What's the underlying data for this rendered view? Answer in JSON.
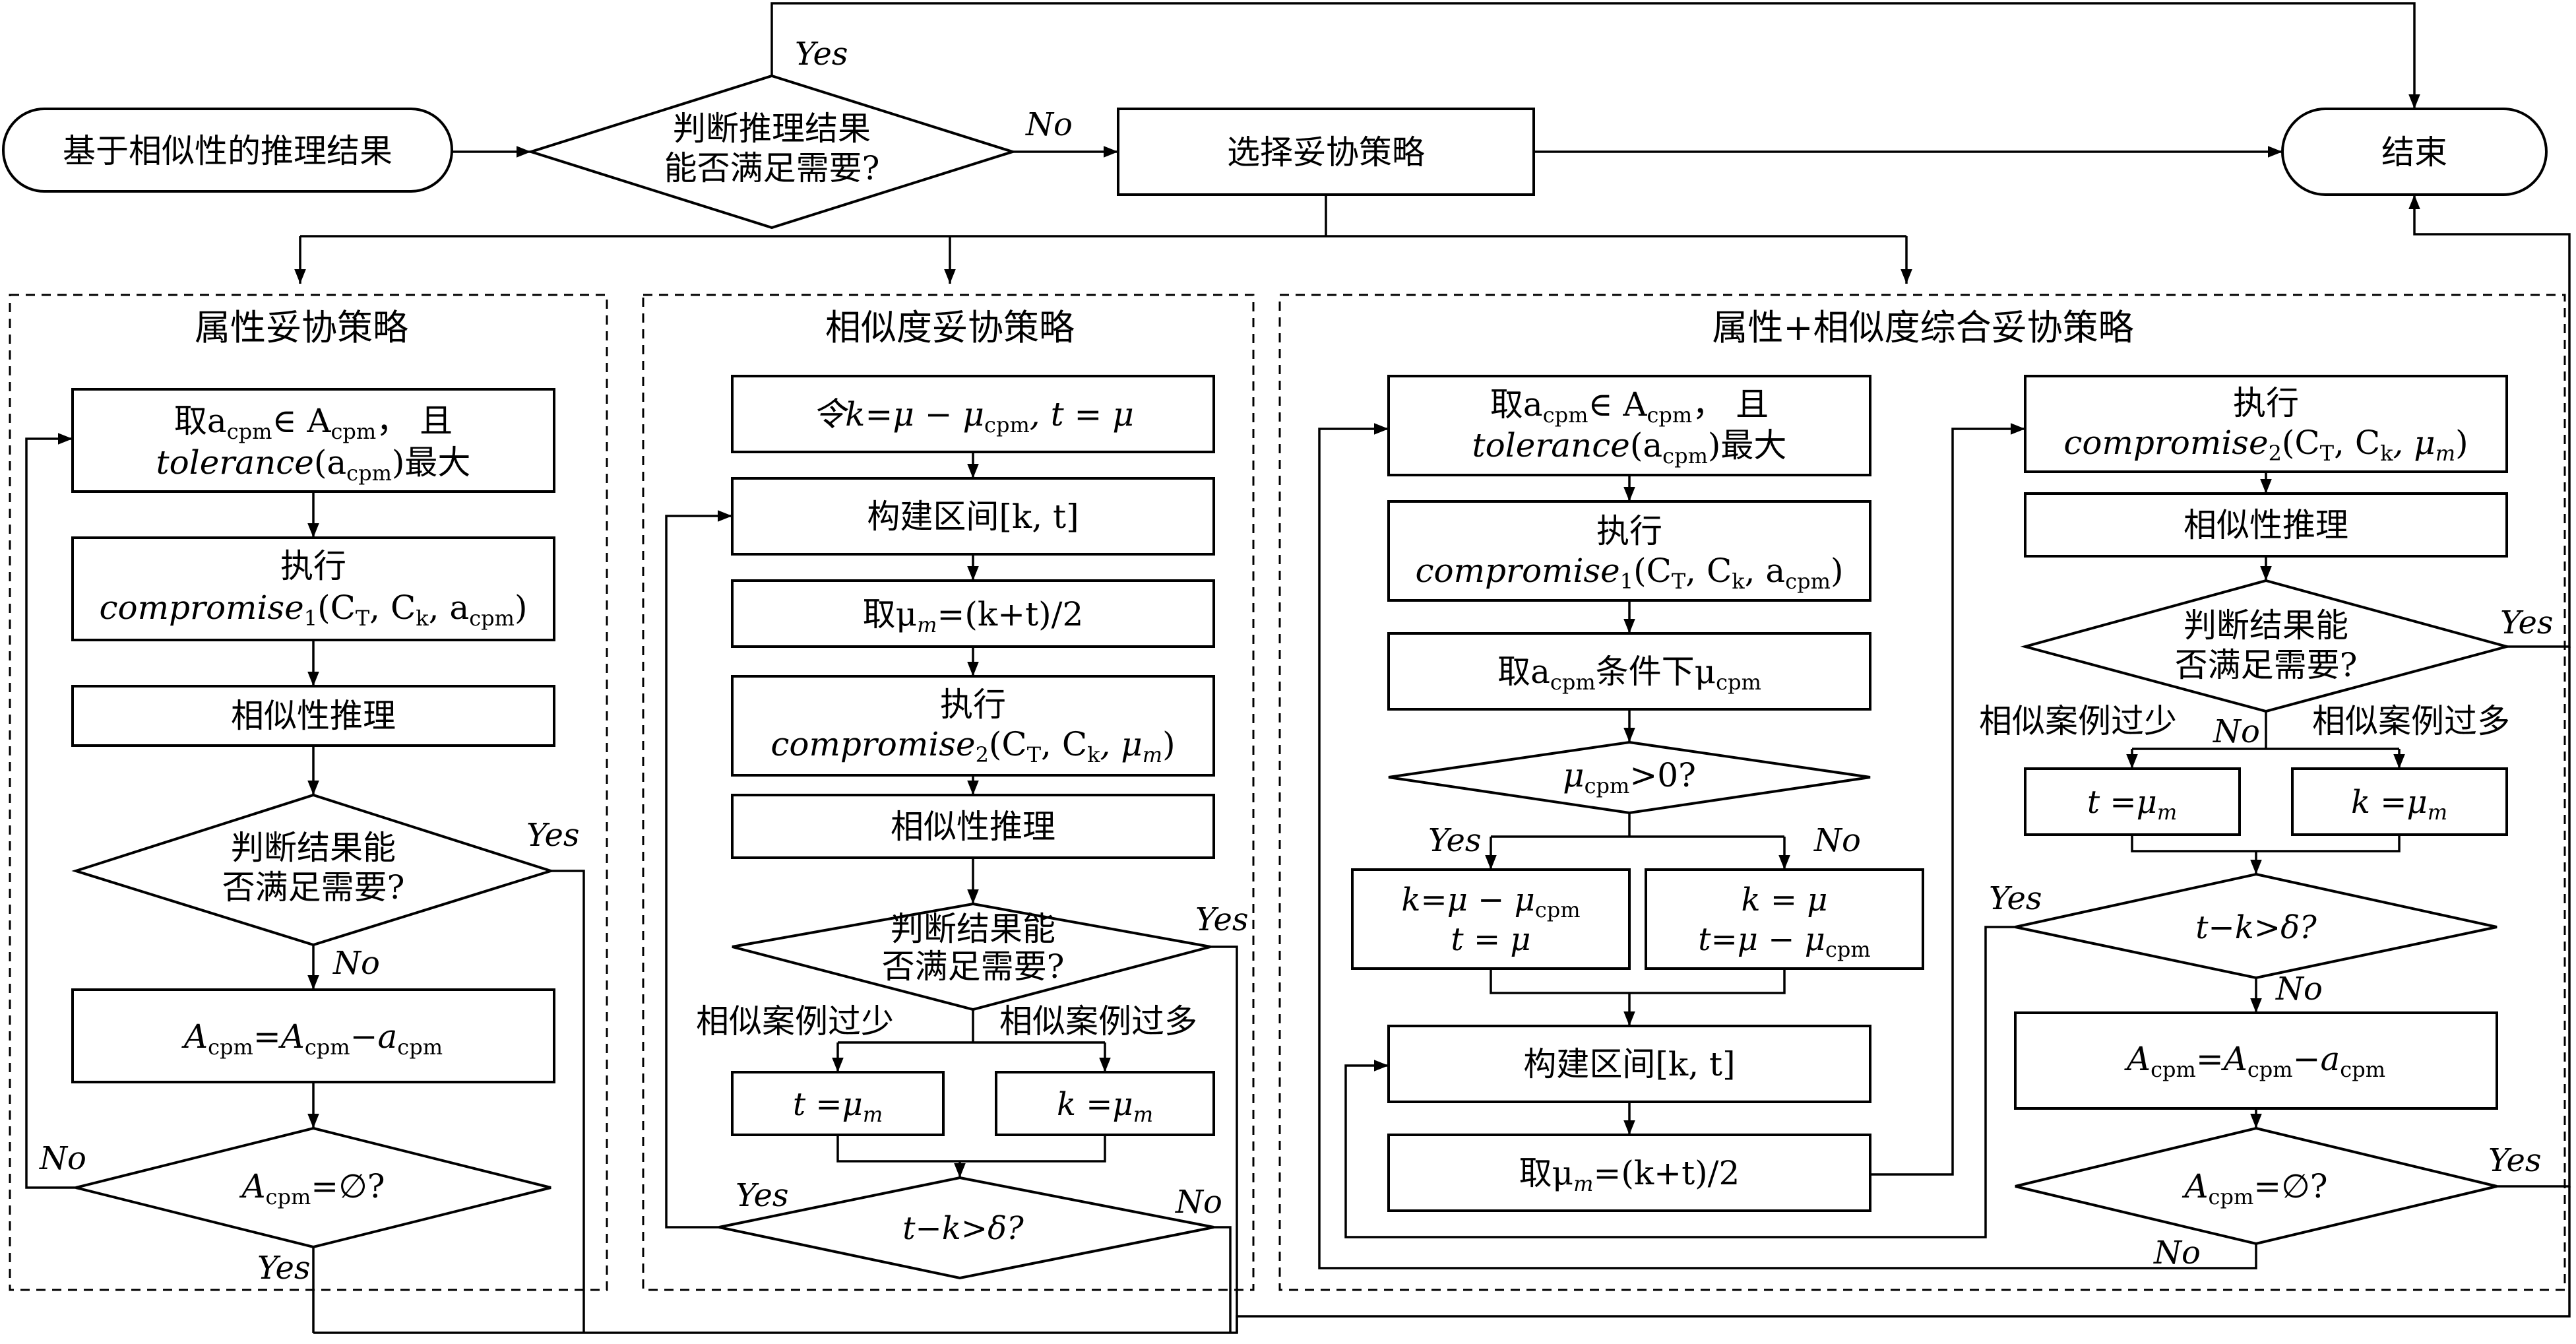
{
  "start": "基于相似性的推理结果",
  "end": "结束",
  "top_decision": [
    "判断推理结果",
    "能否满足需要?"
  ],
  "select_strategy": "选择妥协策略",
  "branch": {
    "yes": "Yes",
    "no": "No"
  },
  "panel_a": {
    "title": "属性妥协策略",
    "take": [
      "取a",
      "cpm",
      "∈ A",
      "cpm",
      "，  且"
    ],
    "take2": [
      "tolerance",
      "(a",
      "cpm",
      ")最大"
    ],
    "exec_label": "执行",
    "exec_formula": [
      "compromise",
      "1",
      "(C",
      "T",
      ", C",
      "k",
      ", a",
      "cpm",
      ")"
    ],
    "reason": "相似性推理",
    "judge": [
      "判断结果能",
      "否满足需要?"
    ],
    "update": [
      "A",
      "cpm",
      "=A",
      "cpm",
      "−a",
      "cpm"
    ],
    "empty_check": [
      "A",
      "cpm",
      "=∅?"
    ]
  },
  "panel_b": {
    "title": "相似度妥协策略",
    "init": [
      "令k=μ − μ",
      "cpm",
      ", t = μ"
    ],
    "interval": "构建区间[k, t]",
    "mid": [
      "取μ",
      "m",
      "=(k+t)/2"
    ],
    "exec_label": "执行",
    "exec_formula": [
      "compromise",
      "2",
      "(C",
      "T",
      ", C",
      "k",
      ",  μ",
      "m",
      ")"
    ],
    "reason": "相似性推理",
    "judge": [
      "判断结果能",
      "否满足需要?"
    ],
    "few": "相似案例过少",
    "many": "相似案例过多",
    "set_t": [
      "t =μ",
      "m"
    ],
    "set_k": [
      "k =μ",
      "m"
    ],
    "delta": "t−k>δ?"
  },
  "panel_c": {
    "title": "属性+相似度综合妥协策略",
    "take": [
      "取a",
      "cpm",
      "∈ A",
      "cpm",
      "，  且"
    ],
    "take2": [
      "tolerance",
      "(a",
      "cpm",
      ")最大"
    ],
    "exec1_label": "执行",
    "exec1_formula": [
      "compromise",
      "1",
      "(C",
      "T",
      ", C",
      "k",
      ", a",
      "cpm",
      ")"
    ],
    "mu_under": [
      "取a",
      "cpm",
      "条件下μ",
      "cpm"
    ],
    "mu_check": [
      "μ",
      "cpm",
      ">0?"
    ],
    "yes_box": [
      [
        "k=μ − μ",
        "cpm"
      ],
      [
        "t = μ"
      ]
    ],
    "no_box": [
      [
        "k = μ"
      ],
      [
        "t=μ − μ",
        "cpm"
      ]
    ],
    "interval": "构建区间[k, t]",
    "mid": [
      "取μ",
      "m",
      "=(k+t)/2"
    ],
    "exec2_label": "执行",
    "exec2_formula": [
      "compromise",
      "2",
      "(C",
      "T",
      ", C",
      "k",
      ",  μ",
      "m",
      ")"
    ],
    "reason": "相似性推理",
    "judge": [
      "判断结果能",
      "否满足需要?"
    ],
    "few": "相似案例过少",
    "many": "相似案例过多",
    "set_t": [
      "t =μ",
      "m"
    ],
    "set_k": [
      "k =μ",
      "m"
    ],
    "delta": "t−k>δ?",
    "update": [
      "A",
      "cpm",
      "=A",
      "cpm",
      "−a",
      "cpm"
    ],
    "empty_check": [
      "A",
      "cpm",
      "=∅?"
    ]
  }
}
